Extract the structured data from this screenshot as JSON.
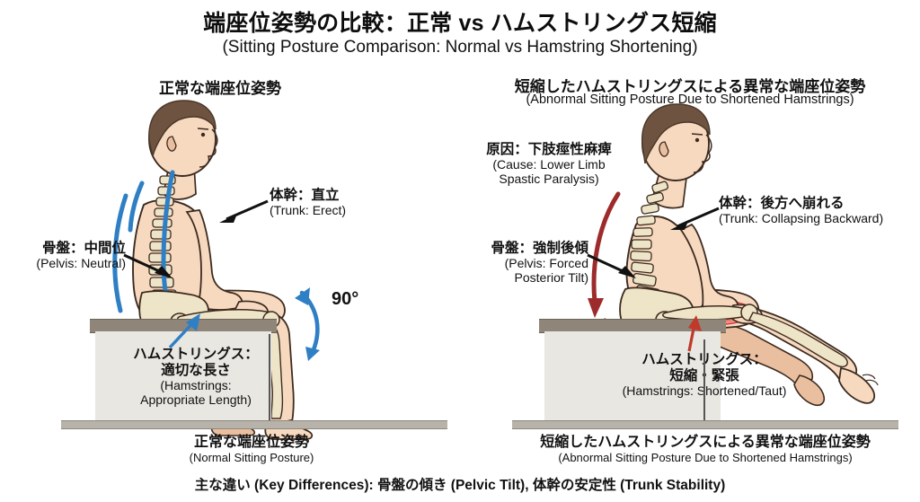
{
  "title": {
    "jp": "端座位姿勢の比較：正常 vs ハムストリングス短縮",
    "en": "(Sitting Posture Comparison: Normal vs Hamstring Shortening)"
  },
  "panels": {
    "left": {
      "header_jp": "正常な端座位姿勢",
      "caption_jp": "正常な端座位姿勢",
      "caption_en": "(Normal Sitting Posture)",
      "annotations": [
        {
          "name": "pelvis",
          "jp": "骨盤：中間位",
          "en": "(Pelvis: Neutral)"
        },
        {
          "name": "trunk",
          "jp": "体幹：直立",
          "en": "(Trunk: Erect)"
        },
        {
          "name": "hamstrings",
          "jp_line1": "ハムストリングス：",
          "jp_line2": "適切な長さ",
          "en_line1": "(Hamstrings:",
          "en_line2": "Appropriate Length)"
        }
      ],
      "angle_label": "90°"
    },
    "right": {
      "header_jp": "短縮したハムストリングスによる異常な端座位姿勢",
      "header_en": "(Abnormal Sitting Posture Due to Shortened Hamstrings)",
      "caption_jp": "短縮したハムストリングスによる異常な端座位姿勢",
      "caption_en": "(Abnormal Sitting Posture Due to Shortened Hamstrings)",
      "annotations": [
        {
          "name": "cause",
          "jp": "原因：下肢痙性麻痺",
          "en_line1": "(Cause: Lower Limb",
          "en_line2": "Spastic Paralysis)"
        },
        {
          "name": "trunk",
          "jp": "体幹：後方へ崩れる",
          "en": "(Trunk: Collapsing Backward)"
        },
        {
          "name": "pelvis",
          "jp": "骨盤：強制後傾",
          "en_line1": "(Pelvis: Forced",
          "en_line2": "Posterior Tilt)"
        },
        {
          "name": "hamstrings",
          "jp_line1": "ハムストリングス：",
          "jp_line2": "短縮・緊張",
          "en": "(Hamstrings: Shortened/Taut)"
        }
      ]
    }
  },
  "key_differences": "主な違い (Key Differences): 骨盤の傾き (Pelvic Tilt), 体幹の安定性 (Trunk Stability)",
  "colors": {
    "skin": "#f7d9c0",
    "skin_shade": "#eabfa0",
    "bone": "#eee4c8",
    "hair": "#6e5340",
    "normal_accent": "#2f7fc4",
    "abnormal_accent": "#9e2b2b",
    "hamstring_normal": "#3d90d4",
    "hamstring_short": "#e23b3b",
    "bench_top": "#8f8579",
    "bench_body": "#e9e7e2",
    "floor": "#b8b3aa",
    "outline": "#3d2b1f",
    "text": "#111111"
  }
}
